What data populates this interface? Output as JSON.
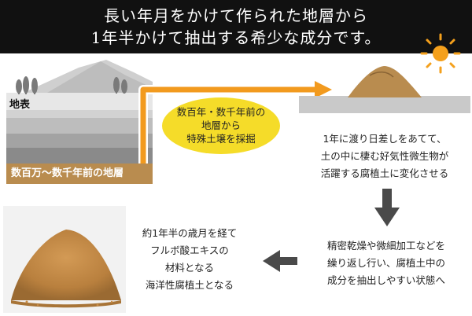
{
  "header": {
    "line1": "長い年月をかけて作られた地層から",
    "line2": "1年半かけて抽出する希少な成分です。"
  },
  "illustration": {
    "surface_label": "地表",
    "deep_layer_label": "数百万～数千年前の地層",
    "oval_lines": [
      "数百年・数千年前の",
      "地層から",
      "特殊土壌を採掘"
    ]
  },
  "step2": {
    "lines": [
      "1年に渡り日差しをあてて、",
      "土の中に棲む好気性微生物が",
      "活躍する腐植土に変化させる"
    ]
  },
  "step3": {
    "lines": [
      "精密乾燥や微細加工などを",
      "繰り返し行い、腐植土中の",
      "成分を抽出しやすい状態へ"
    ]
  },
  "step4": {
    "lines": [
      "約1年半の歳月を経て",
      "フルボ酸エキスの",
      "材料となる",
      "海洋性腐植土となる"
    ]
  },
  "colors": {
    "header_bg": "#111111",
    "arrow_orange": "#f29a1e",
    "oval_yellow": "#f5dc29",
    "soil_brown": "#b98c4f",
    "sun": "#f4a01c"
  }
}
